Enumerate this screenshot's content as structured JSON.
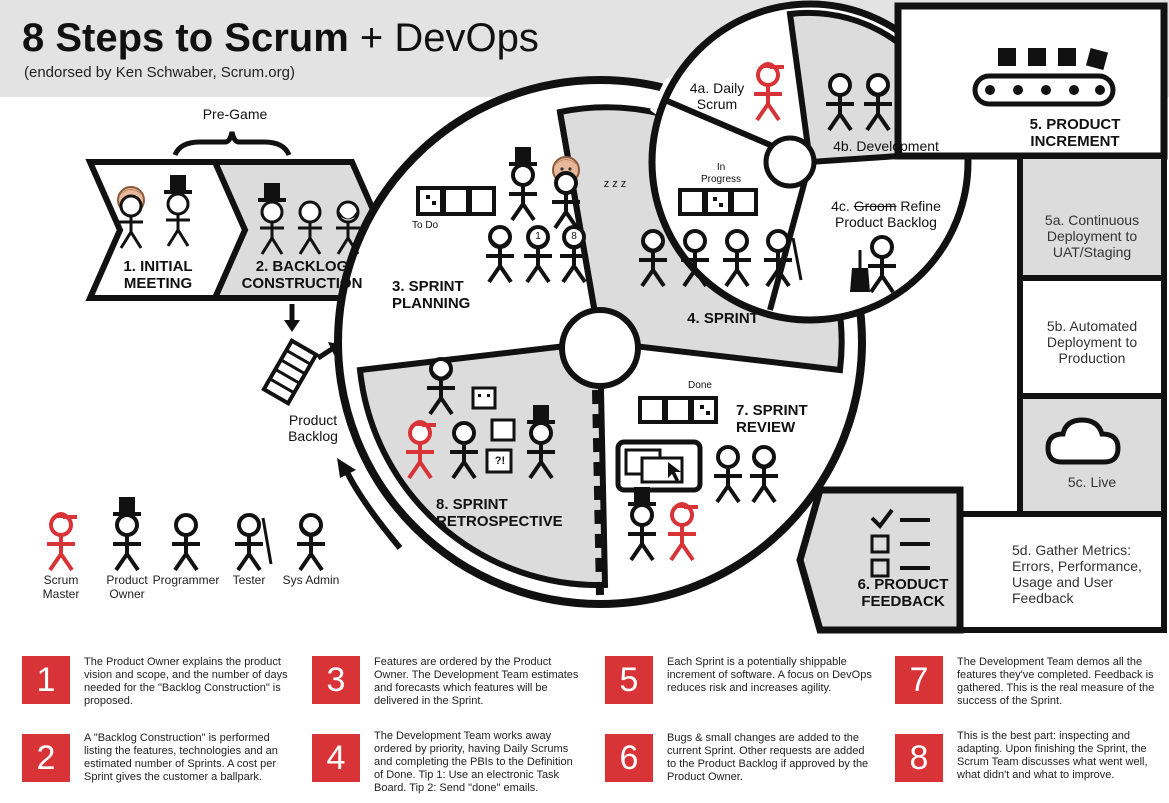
{
  "header": {
    "title_bold": "8 Steps to Scrum",
    "title_light": "+ DevOps",
    "subtitle": "(endorsed by Ken Schwaber, Scrum.org)"
  },
  "diagram": {
    "pregame": "Pre-Game",
    "step1": [
      "1. INITIAL",
      "MEETING"
    ],
    "step2": [
      "2. BACKLOG",
      "CONSTRUCTION"
    ],
    "product_backlog": [
      "Product",
      "Backlog"
    ],
    "step3": [
      "3. SPRINT",
      "PLANNING"
    ],
    "todo": "To Do",
    "in_progress": [
      "In",
      "Progress"
    ],
    "done": "Done",
    "step4": "4. SPRINT",
    "step4a": [
      "4a. Daily",
      "Scrum"
    ],
    "step4b": "4b. Development",
    "step4c_prefix": "4c.",
    "step4c_struck": "Groom",
    "step4c_rest": "Refine",
    "step4c_line2": "Product Backlog",
    "step5": [
      "5. PRODUCT",
      "INCREMENT"
    ],
    "step5a": [
      "5a. Continuous",
      "Deployment to",
      "UAT/Staging"
    ],
    "step5b": [
      "5b. Automated",
      "Deployment to",
      "Production"
    ],
    "step5c": "5c. Live",
    "step5d": [
      "5d. Gather Metrics:",
      "Errors, Performance,",
      "Usage and User",
      "Feedback"
    ],
    "step6": [
      "6. PRODUCT",
      "FEEDBACK"
    ],
    "step7": [
      "7. SPRINT",
      "REVIEW"
    ],
    "step8": [
      "8. SPRINT",
      "RETROSPECTIVE"
    ],
    "sleep": "z z z",
    "estimate_1": "1",
    "estimate_8": "8",
    "confused": "?!"
  },
  "legend": [
    {
      "label": "Scrum Master"
    },
    {
      "label": "Product Owner"
    },
    {
      "label": "Programmer"
    },
    {
      "label": "Tester"
    },
    {
      "label": "Sys Admin"
    }
  ],
  "steps": [
    {
      "num": "1",
      "text": "The Product Owner explains the product vision and scope, and the number of days needed for the \"Backlog Construction\" is proposed."
    },
    {
      "num": "2",
      "text": "A \"Backlog Construction\" is performed listing the features, technologies and an estimated number of Sprints. A cost per Sprint gives the customer a ballpark."
    },
    {
      "num": "3",
      "text": "Features are ordered by the Product Owner. The Development Team estimates and forecasts which features will be delivered in the Sprint."
    },
    {
      "num": "4",
      "text": "The Development Team works away ordered by priority, having Daily Scrums and completing the PBIs to the Definition of Done. Tip 1: Use an electronic Task Board. Tip 2: Send \"done\" emails."
    },
    {
      "num": "5",
      "text": "Each Sprint is a potentially shippable increment of software. A focus on DevOps reduces risk and increases agility."
    },
    {
      "num": "6",
      "text": "Bugs & small changes are added to the current Sprint. Other requests are added to the Product Backlog if approved by the Product Owner."
    },
    {
      "num": "7",
      "text": "The Development Team demos all the features they've completed. Feedback is gathered. This is the real measure of the success of the Sprint."
    },
    {
      "num": "8",
      "text": "This is the best part: inspecting and adapting. Upon finishing the Sprint, the Scrum Team discusses what went well, what didn't and what to improve."
    }
  ],
  "colors": {
    "accent": "#d83438",
    "panel": "#dcdcdc",
    "ink": "#111111",
    "header_bg": "#e3e3e3"
  }
}
